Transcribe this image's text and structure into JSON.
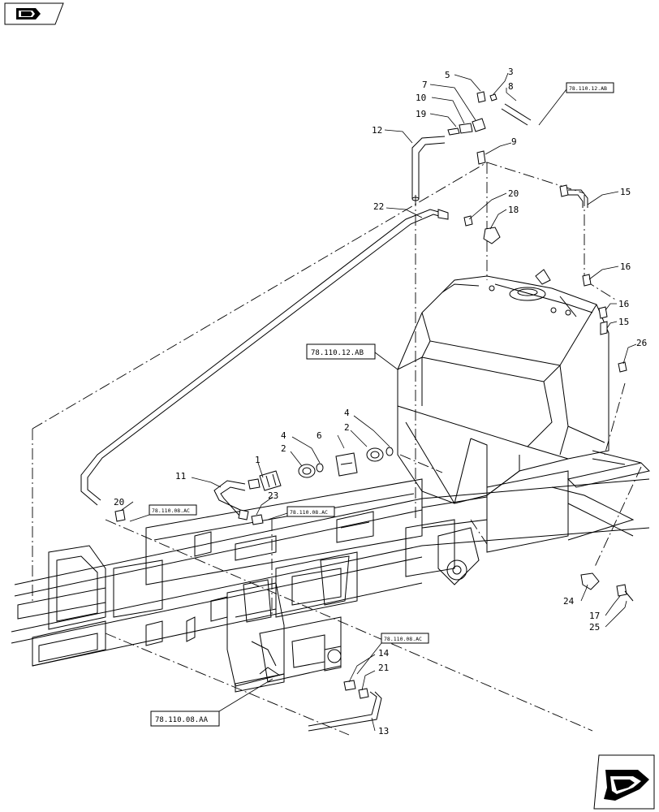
{
  "callouts": [
    "5",
    "3",
    "8",
    "7",
    "10",
    "19",
    "12",
    "9",
    "15",
    "20",
    "18",
    "22",
    "16",
    "16",
    "15",
    "26",
    "1",
    "2",
    "4",
    "2",
    "4",
    "6",
    "11",
    "20",
    "23",
    "24",
    "17",
    "25",
    "14",
    "21",
    "13"
  ],
  "references": {
    "tank_top": "78.110.12.AB",
    "tank_main": "78.110.12.AB",
    "hose_left": "78.110.08.AC",
    "hose_mid": "78.110.08.AC",
    "pump_right": "78.110.08.AC",
    "pump_main": "78.110.08.AA"
  },
  "icons": {
    "top_left": "previous-page-icon",
    "bottom_right": "next-page-icon"
  }
}
